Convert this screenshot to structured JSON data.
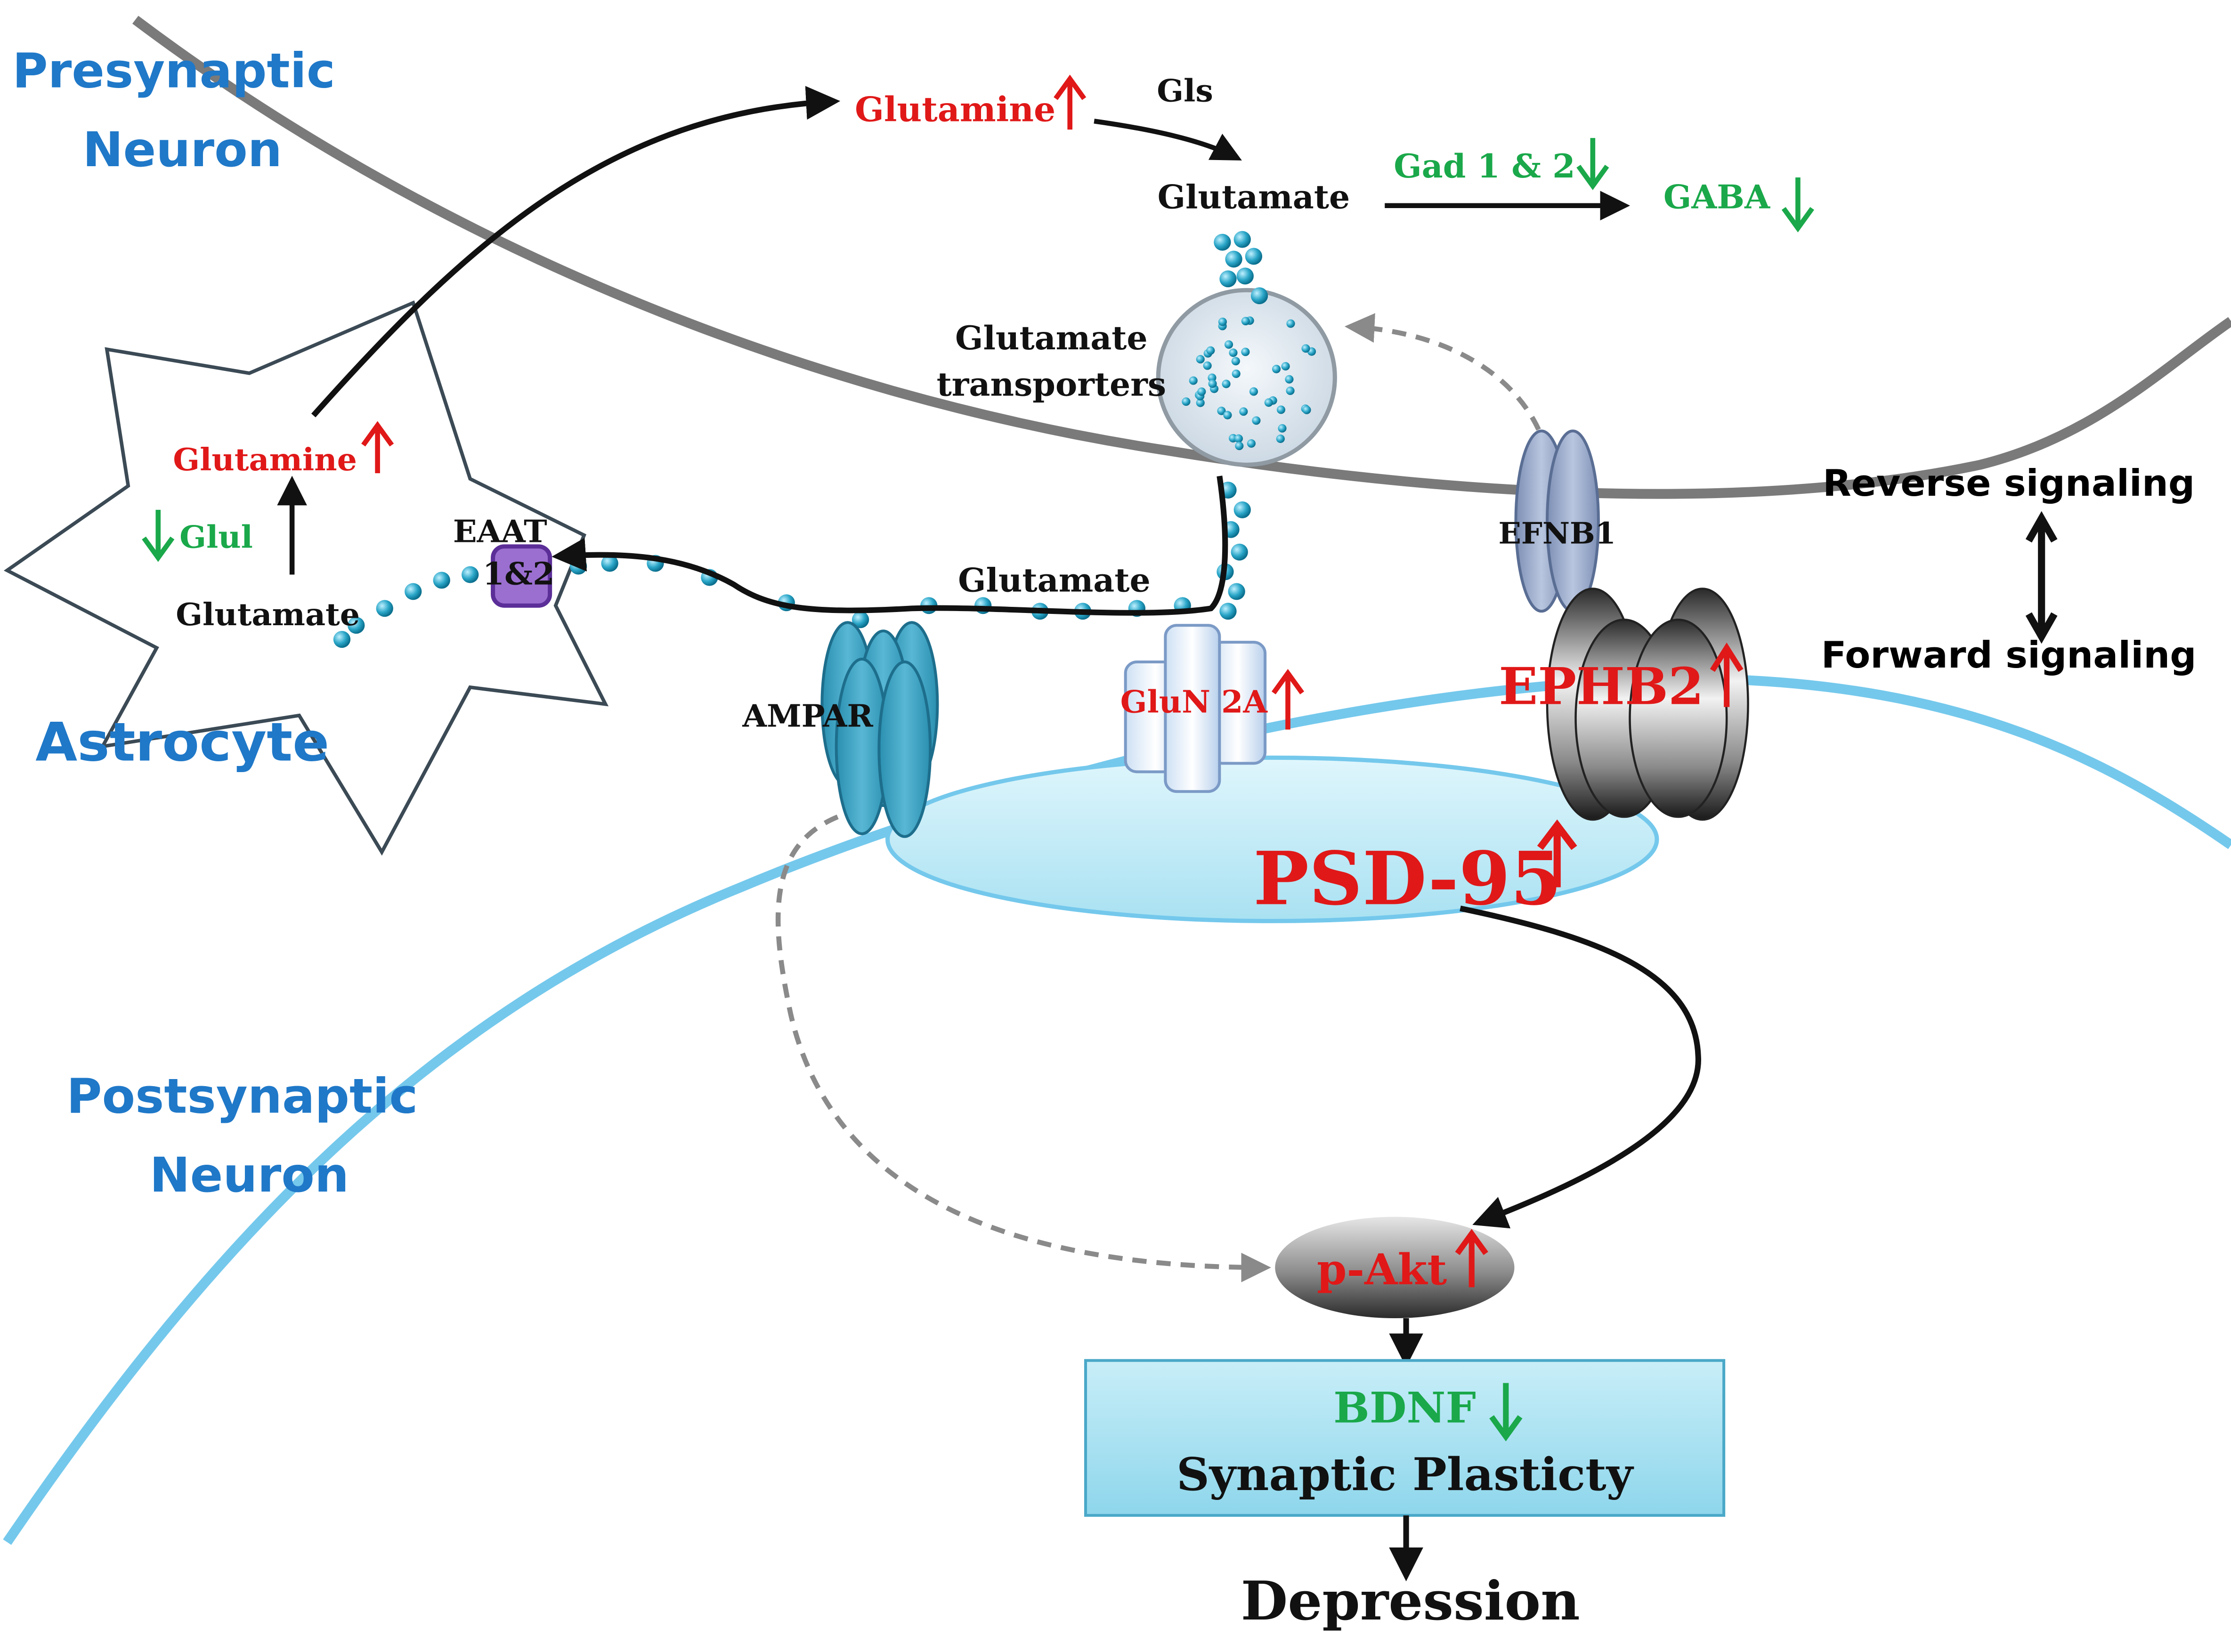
{
  "regions": {
    "presynaptic": "Presynaptic",
    "presynaptic_2": "Neuron",
    "astrocyte": "Astrocyte",
    "postsynaptic": "Postsynaptic",
    "postsynaptic_2": "Neuron"
  },
  "labels": {
    "glutamine_pre": "Glutamine",
    "gls": "Gls",
    "glutamate_pre": "Glutamate",
    "gad": "Gad 1 & 2",
    "gaba": "GABA",
    "glutamate_transporters_1": "Glutamate",
    "glutamate_transporters_2": "transporters",
    "glutamine_astro": "Glutamine",
    "glul": "Glul",
    "glutamate_astro": "Glutamate",
    "eaat_1": "EAAT",
    "eaat_2": "1&2",
    "glutamate_cleft": "Glutamate",
    "efnb1": "EFNB1",
    "ampar": "AMPAR",
    "glun2a": "GluN 2A",
    "ephb2": "EPHB2",
    "psd95": "PSD-95",
    "pakt": "p-Akt",
    "bdnf": "BDNF",
    "synaptic_plasticity": "Synaptic Plasticty",
    "depression": "Depression",
    "reverse_signaling": "Reverse signaling",
    "forward_signaling": "Forward signaling"
  },
  "colors": {
    "up_arrow": "#e01818",
    "down_arrow": "#1aa84a",
    "region_label": "#1f78c8",
    "presynaptic_membrane": "#7a7a7a",
    "postsynaptic_membrane": "#74c8ec",
    "psd_fill": "#c4ecf7"
  }
}
